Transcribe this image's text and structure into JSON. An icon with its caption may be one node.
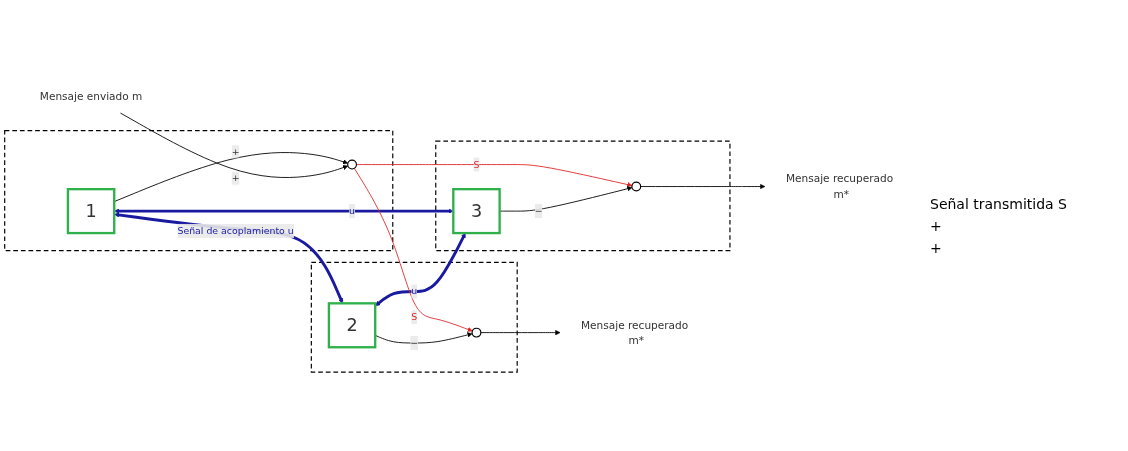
{
  "diagram": {
    "nodes": [
      {
        "text": [],
        "shape": "box"
      },
      {
        "text": [
          "1"
        ],
        "in": 0
      },
      {
        "text": [],
        "shape": "circle",
        "in": 0
      },
      {
        "text": [],
        "shape": "box"
      },
      {
        "text": [
          "2"
        ],
        "in": 3
      },
      {
        "text": [],
        "shape": "circle",
        "in": 3
      },
      {
        "text": [],
        "shape": "box"
      },
      {
        "text": [
          "3"
        ],
        "in": 6
      },
      {
        "text": [],
        "shape": "circle",
        "in": 6
      },
      {
        "text": [
          "Mensaje enviado m"
        ]
      },
      {
        "text": [
          "Mensaje recuperado m*"
        ]
      },
      {
        "text": [
          "Mensaje recuperado m*"
        ]
      }
    ],
    "edges": [
      {
        "from": 1,
        "to": 4,
        "arrow": "both",
        "label": "Señal de acoplamiento u",
        "style": "thick",
        "color": "#1a1aa0"
      },
      {
        "from": 1,
        "to": 7,
        "arrow": "both",
        "label": "u",
        "style": "thick",
        "color": "#1a1aa0"
      },
      {
        "from": 4,
        "to": 7,
        "arrow": "both",
        "label": "u",
        "style": "thick",
        "color": "#1a1aa0"
      },
      {
        "from": 1,
        "to": 2,
        "arrow": "to",
        "label": "+"
      },
      {
        "from": 9,
        "to": 2,
        "arrow": "to",
        "label": "+"
      },
      {
        "from": 2,
        "to": 5,
        "arrow": "to",
        "label": "S",
        "color": "#e02424"
      },
      {
        "from": 2,
        "to": 8,
        "arrow": "to",
        "label": "S",
        "color": "#e02424"
      },
      {
        "from": 4,
        "to": 5,
        "arrow": "to",
        "label": "−"
      },
      {
        "from": 5,
        "to": 10,
        "arrow": "to"
      },
      {
        "from": 7,
        "to": 8,
        "arrow": "to",
        "label": "−"
      },
      {
        "from": 8,
        "to": 11,
        "arrow": "to"
      }
    ],
    "labels": [
      "Señal transmitida S",
      "+",
      "+"
    ]
  }
}
